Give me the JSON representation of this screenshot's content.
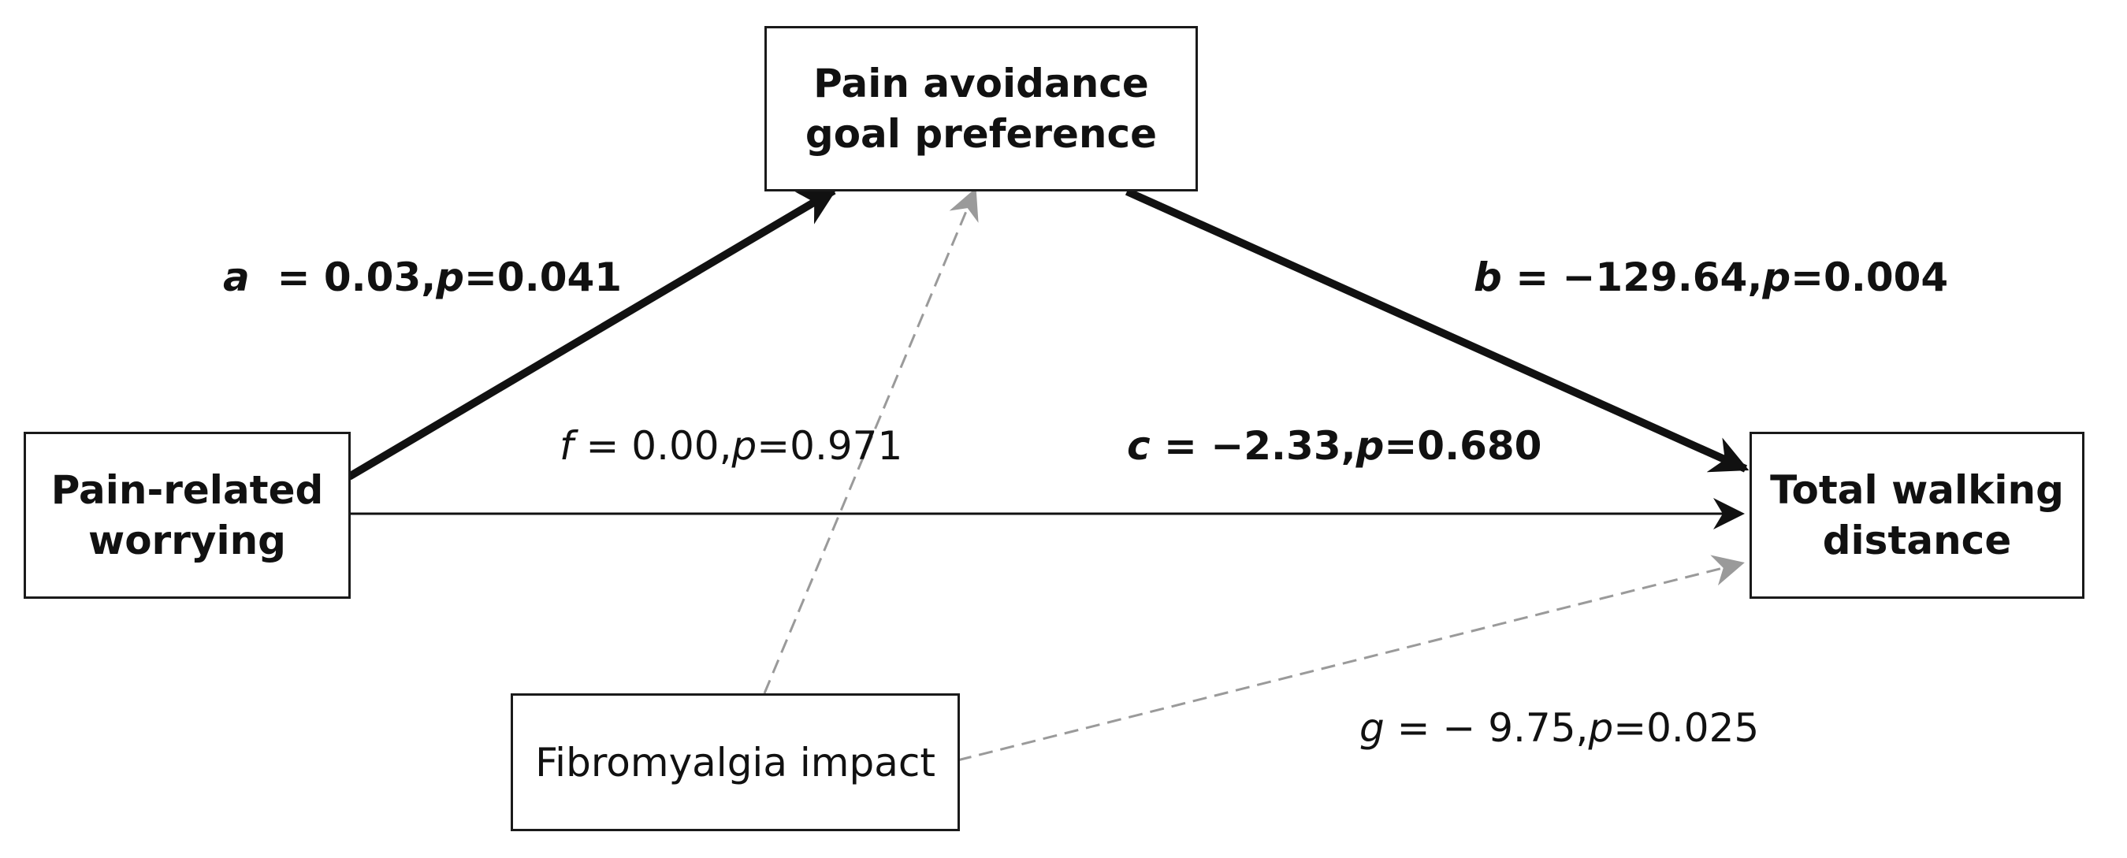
{
  "boxes": {
    "mediator": [
      "Pain avoidance",
      "goal preference"
    ],
    "predictor": [
      "Pain-related",
      "worrying"
    ],
    "outcome": [
      "Total walking",
      "distance"
    ],
    "moderator": [
      "Fibromyalgia impact"
    ]
  },
  "paths": {
    "a": {
      "symbol": "a",
      "text": "  = 0.03,",
      "p_symbol": "p",
      "p_text": "=0.041"
    },
    "b": {
      "symbol": "b",
      "text": " = −129.64,",
      "p_symbol": "p",
      "p_text": "=0.004"
    },
    "c": {
      "symbol": "c",
      "text": " = −2.33,",
      "p_symbol": "p",
      "p_text": "=0.680"
    },
    "f": {
      "symbol": "f",
      "text": " = 0.00,",
      "p_symbol": "p",
      "p_text": "=0.971"
    },
    "g": {
      "symbol": "g",
      "text": " = − 9.75,",
      "p_symbol": "p",
      "p_text": "=0.025"
    }
  },
  "colors": {
    "solid": "#111111",
    "dashed": "#9a9a9a"
  }
}
